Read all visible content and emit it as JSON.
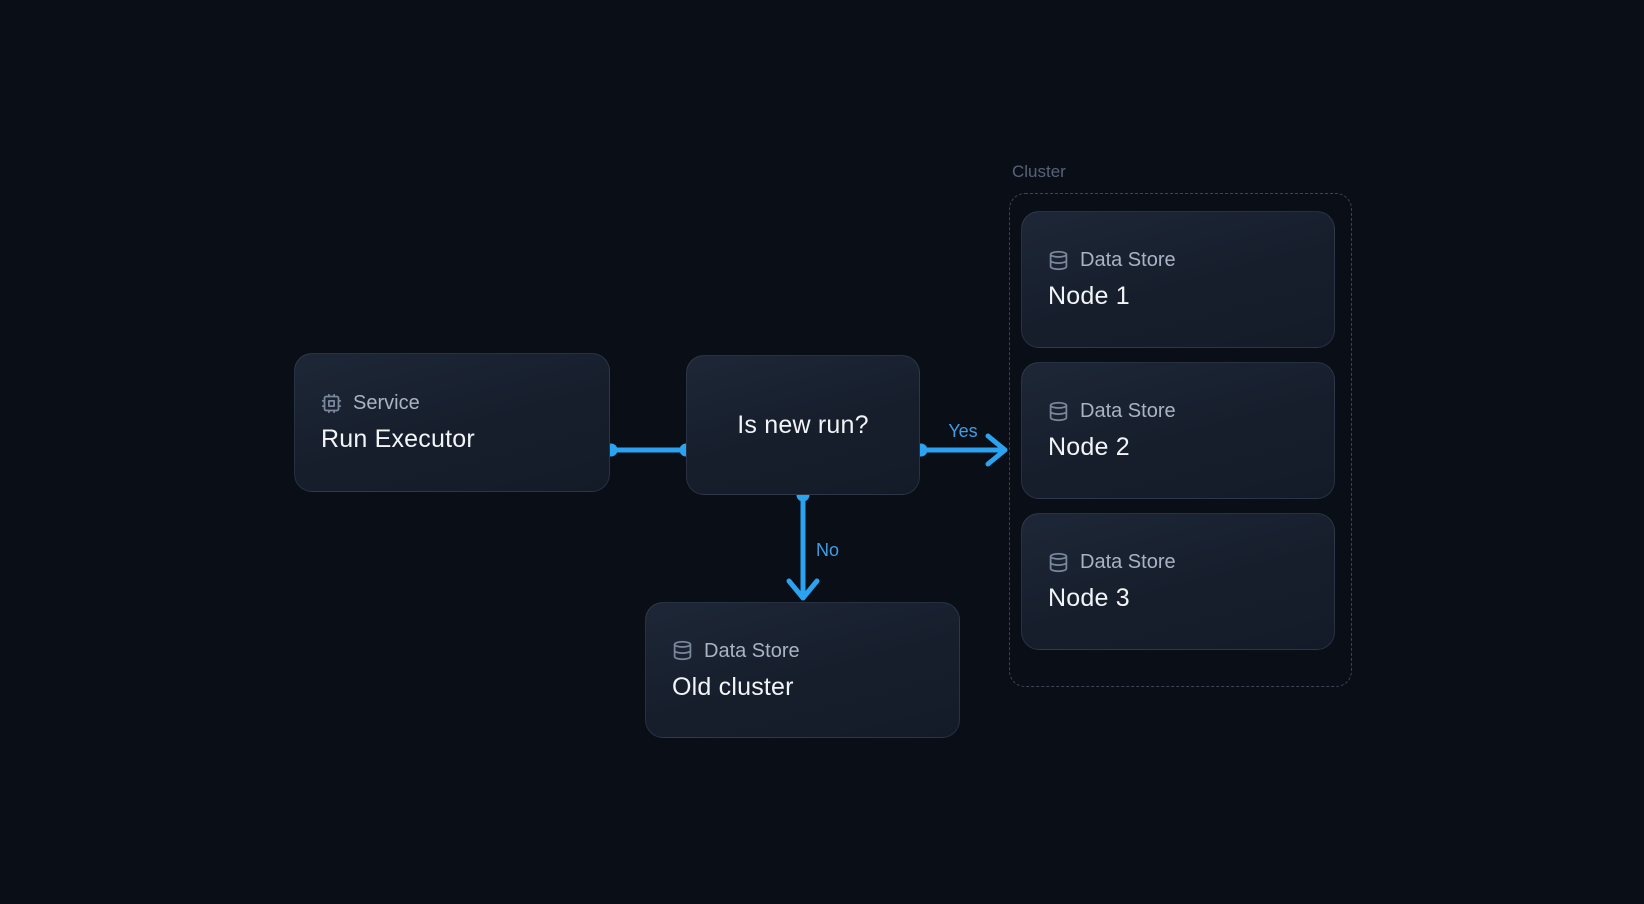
{
  "colors": {
    "background": "#0a0e17",
    "accent": "#2ba3f0",
    "edge_label": "#3f9ee3",
    "label_muted": "#aab3c2",
    "icon_muted": "#7b879c",
    "title": "#f2f4f7",
    "cluster_border": "#3b4454",
    "cluster_label": "#57627a"
  },
  "diagram": {
    "service_node": {
      "icon": "cpu-icon",
      "type_label": "Service",
      "title": "Run Executor"
    },
    "decision_node": {
      "title": "Is new run?"
    },
    "old_cluster_node": {
      "icon": "database-icon",
      "type_label": "Data Store",
      "title": "Old cluster"
    },
    "cluster": {
      "label": "Cluster",
      "nodes": [
        {
          "icon": "database-icon",
          "type_label": "Data Store",
          "title": "Node 1"
        },
        {
          "icon": "database-icon",
          "type_label": "Data Store",
          "title": "Node 2"
        },
        {
          "icon": "database-icon",
          "type_label": "Data Store",
          "title": "Node 3"
        }
      ]
    },
    "edges": {
      "yes_label": "Yes",
      "no_label": "No"
    }
  }
}
